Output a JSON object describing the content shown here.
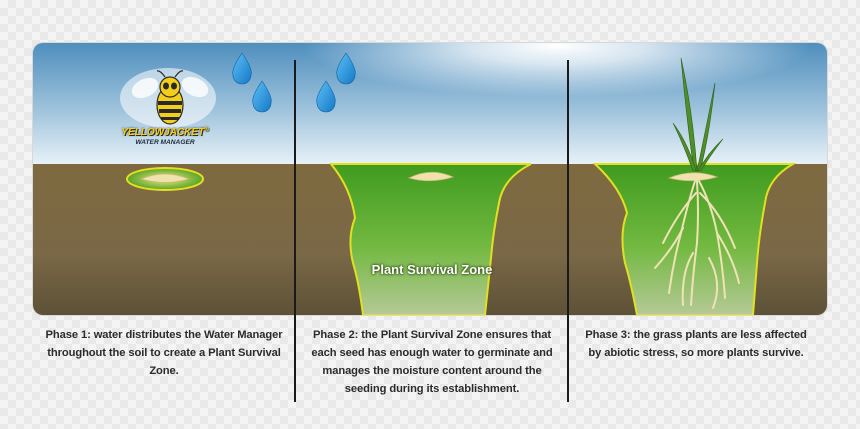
{
  "logo": {
    "brand_part1": "YELLOW",
    "brand_part2": "JACKET",
    "registered_mark": "®",
    "product": "WATER MANAGER"
  },
  "diagram": {
    "zone_label": "Plant Survival Zone"
  },
  "phases": [
    {
      "caption": "Phase 1: water distributes the Water Manager throughout the soil to create a Plant Survival Zone."
    },
    {
      "caption": "Phase 2: the Plant Survival Zone ensures that each seed has enough water to germinate and manages the moisture content around the seeding during its establishment."
    },
    {
      "caption": "Phase 3: the grass plants are less affected by abiotic stress, so more plants survive."
    }
  ],
  "colors": {
    "sky_top": "#4f8fbe",
    "sky_bottom": "#e8f2f8",
    "soil": "#7d6a44",
    "zone_green": "#5aaa2a",
    "zone_outline": "#e3e021",
    "water_drop": "#1e8fd8",
    "seed": "#efe2ad"
  }
}
